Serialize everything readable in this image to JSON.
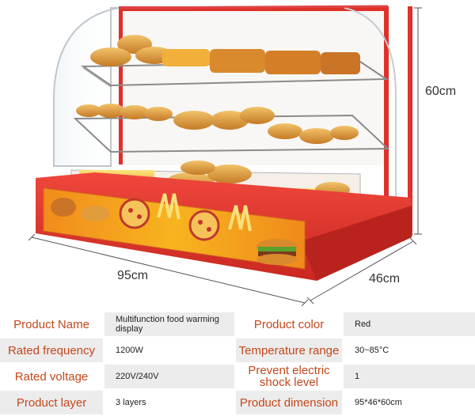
{
  "dimensions": {
    "height": "60cm",
    "width": "95cm",
    "depth": "46cm"
  },
  "specs": [
    {
      "label_left": "Product Name",
      "value_left": "Multifunction food warming display",
      "label_right": "Product color",
      "value_right": "Red"
    },
    {
      "label_left": "Rated frequency",
      "value_left": "1200W",
      "label_right": "Temperature range",
      "value_right": "30~85°C"
    },
    {
      "label_left": "Rated voltage",
      "value_left": "220V/240V",
      "label_right": "Prevent electric shock level",
      "value_right": "1"
    },
    {
      "label_left": "Product layer",
      "value_left": "3 layers",
      "label_right": "Product dimension",
      "value_right": "95*46*60cm"
    }
  ],
  "colors": {
    "cabinet_red": "#e0302a",
    "label_text": "#c4471a",
    "row_shade": "#ececec"
  }
}
